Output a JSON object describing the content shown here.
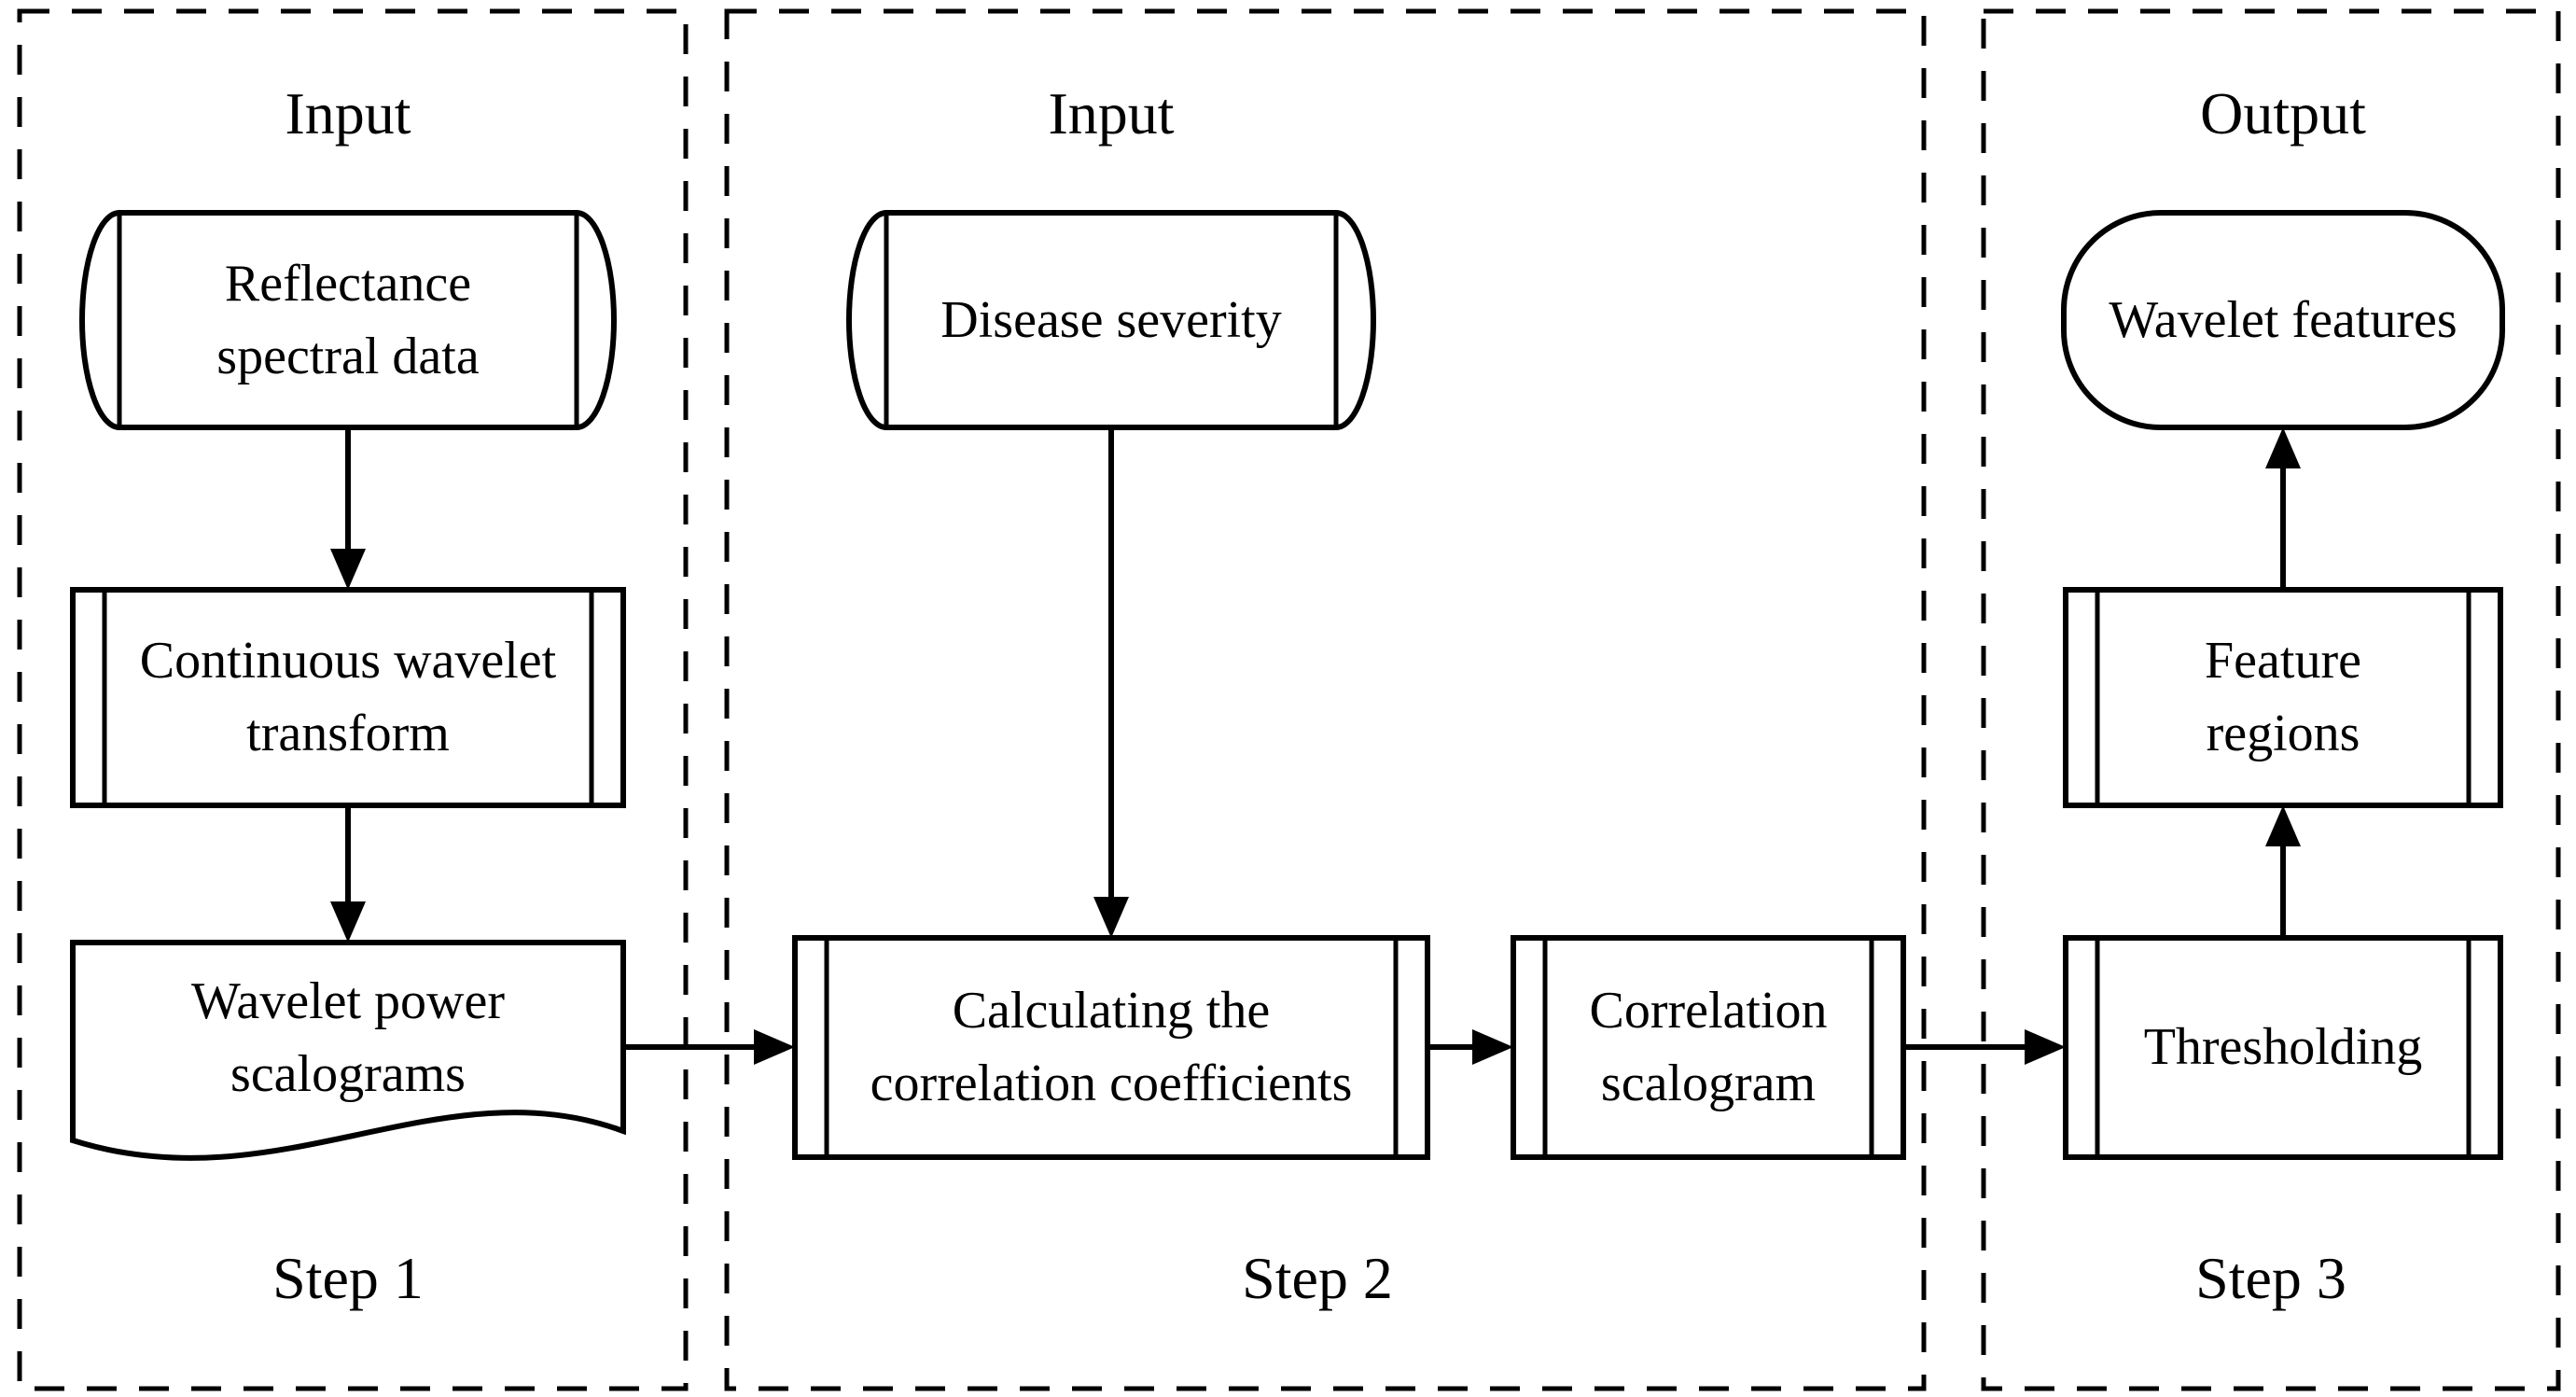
{
  "figure": {
    "background_color": "#ffffff",
    "line_color": "#000000",
    "panels": [
      {
        "id": "step1",
        "header": "Input",
        "step_label": "Step 1",
        "nodes": [
          {
            "id": "reflectance",
            "shape": "stored-data-cylinder",
            "lines": [
              "Reflectance",
              "spectral data"
            ]
          },
          {
            "id": "cwt",
            "shape": "predefined-process",
            "lines": [
              "Continuous wavelet",
              "transform"
            ]
          },
          {
            "id": "scalograms",
            "shape": "document",
            "lines": [
              "Wavelet power",
              "scalograms"
            ]
          }
        ]
      },
      {
        "id": "step2",
        "header": "Input",
        "step_label": "Step 2",
        "nodes": [
          {
            "id": "severity",
            "shape": "stored-data-cylinder",
            "lines": [
              "Disease severity"
            ]
          },
          {
            "id": "calculating",
            "shape": "predefined-process",
            "lines": [
              "Calculating the",
              "correlation coefficients"
            ]
          },
          {
            "id": "correlation",
            "shape": "predefined-process",
            "lines": [
              "Correlation",
              "scalogram"
            ]
          }
        ]
      },
      {
        "id": "step3",
        "header": "Output",
        "step_label": "Step 3",
        "nodes": [
          {
            "id": "features",
            "shape": "terminator-stadium",
            "lines": [
              "Wavelet features"
            ]
          },
          {
            "id": "regions",
            "shape": "predefined-process",
            "lines": [
              "Feature",
              "regions"
            ]
          },
          {
            "id": "thresholding",
            "shape": "predefined-process",
            "lines": [
              "Thresholding"
            ]
          }
        ]
      }
    ],
    "connections": [
      "reflectance -> cwt",
      "cwt -> scalograms",
      "scalograms -> calculating",
      "severity -> calculating",
      "calculating -> correlation",
      "correlation -> thresholding",
      "thresholding -> regions",
      "regions -> features"
    ]
  }
}
